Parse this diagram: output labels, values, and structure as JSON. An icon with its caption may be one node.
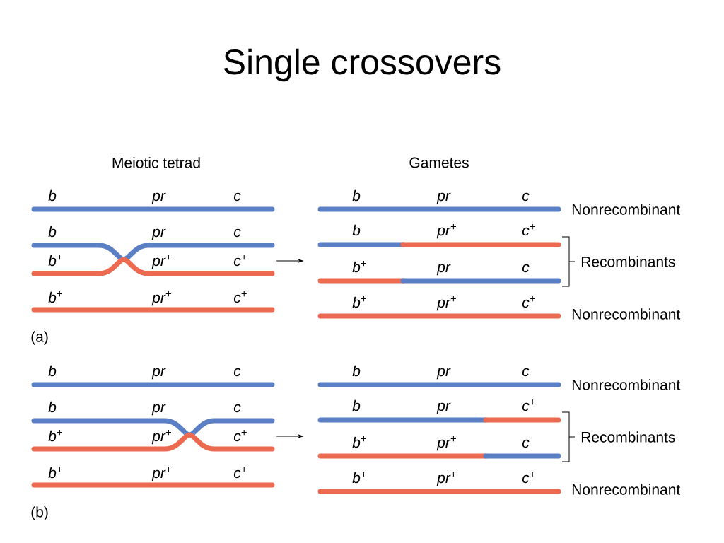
{
  "diagram": {
    "title": "Single crossovers",
    "nodes": [
      {
        "text": [],
        "shape": "bar"
      },
      {
        "text": [],
        "shape": "bar"
      },
      {
        "text": [],
        "shape": "bar"
      },
      {
        "text": [],
        "shape": "bar"
      }
    ],
    "edges": [
      {
        "from": 0,
        "to": 1,
        "arrow": "to"
      },
      {
        "from": 2,
        "to": 3,
        "arrow": "to"
      }
    ],
    "labels": [
      "Meiotic tetrad",
      "Gametes",
      "b",
      "pr",
      "c",
      "b",
      "pr",
      "c",
      "b$^{+}$",
      "pr$^{+}$",
      "c$^{+}$",
      "b$^{+}$",
      "pr$^{+}$",
      "c$^{+}$",
      "b",
      "pr",
      "c",
      "b",
      "pr$^{+}$",
      "c$^{+}$",
      "b$^{+}$",
      "pr",
      "c",
      "b$^{+}$",
      "pr$^{+}$",
      "c$^{+}$",
      "Nonrecombinant",
      "Recombinants",
      "Nonrecombinant",
      "(a)",
      "b",
      "pr",
      "c",
      "b",
      "pr",
      "c",
      "b$^{+}$",
      "pr$^{+}$",
      "c$^{+}$",
      "b$^{+}$",
      "pr$^{+}$",
      "c$^{+}$",
      "b",
      "pr",
      "c",
      "b",
      "pr",
      "c$^{+}$",
      "b$^{+}$",
      "pr$^{+}$",
      "c",
      "b$^{+}$",
      "pr$^{+}$",
      "c$^{+}$",
      "Nonrecombinant",
      "Recombinants",
      "Nonrecombinant",
      "(b)"
    ]
  }
}
